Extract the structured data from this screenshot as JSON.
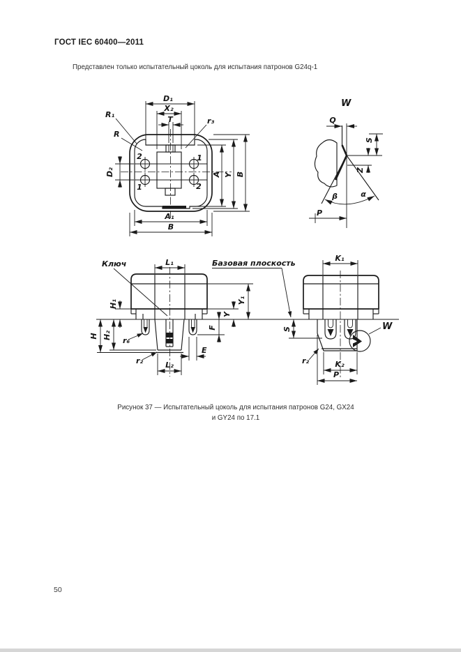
{
  "document": {
    "header": "ГОСТ IEC 60400—2011",
    "intro": "Представлен только испытательный цоколь для испытания патронов G24q-1",
    "figure_caption_line1": "Рисунок 37 — Испытательный цоколь для испытания патронов G24, GX24",
    "figure_caption_line2": "и GY24 по 17.1",
    "page_number": "50"
  },
  "top_view": {
    "dim_d1": "D₁",
    "dim_x2": "X₂",
    "dim_t": "T",
    "label_r1": "R₁",
    "label_r": "R",
    "label_r3": "r₃",
    "dim_d2": "D₂",
    "dim_a": "A",
    "dim_y": "Y",
    "dim_b_right": "B",
    "dim_a1": "A₁",
    "dim_b_bottom": "B",
    "pin_top_left": "2",
    "pin_top_right": "1",
    "pin_bottom_left": "1",
    "pin_bottom_right": "2"
  },
  "detail_view": {
    "title": "W",
    "dim_q": "Q",
    "dim_s": "S",
    "dim_z": "Z",
    "angle_beta": "β",
    "angle_alpha": "α",
    "dim_p": "P"
  },
  "side_view": {
    "label_key": "Ключ",
    "label_base_plane": "Базовая плоскость",
    "dim_l1": "L₁",
    "dim_y1": "Y₁",
    "dim_y": "Y",
    "dim_f": "F",
    "dim_h1": "H₁",
    "dim_h": "H",
    "dim_h2": "H₂",
    "label_r6": "r₆",
    "label_r2": "r₂",
    "dim_l2": "L₂",
    "dim_e": "E"
  },
  "front_view": {
    "dim_k1": "K₁",
    "dim_s": "S",
    "label_w": "W",
    "label_r2": "r₂",
    "dim_k2": "K₂",
    "dim_p": "P"
  }
}
